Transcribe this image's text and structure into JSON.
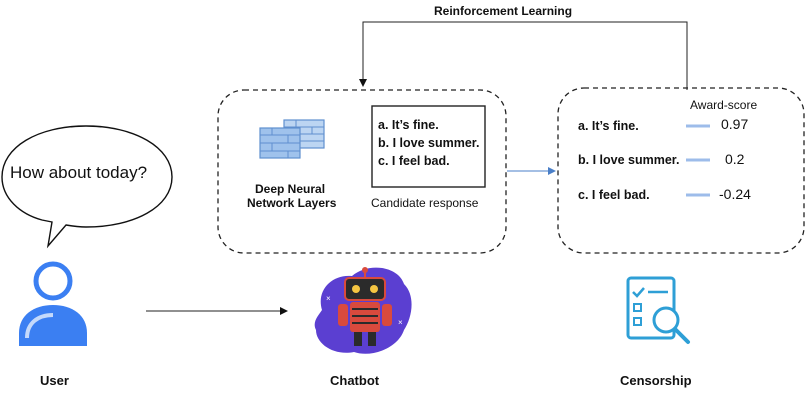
{
  "top_label": "Reinforcement Learning",
  "speech_bubble": {
    "text": "How about today?"
  },
  "user": {
    "label": "User"
  },
  "chatbot": {
    "label": "Chatbot"
  },
  "censorship": {
    "label": "Censorship"
  },
  "chatbot_panel": {
    "dnn_label_line1": "Deep Neural",
    "dnn_label_line2": "Network Layers",
    "responses": [
      "a. It’s fine.",
      "b. I love summer.",
      "c. I feel bad."
    ],
    "candidate_label": "Candidate response"
  },
  "censorship_panel": {
    "header": "Award-score",
    "items": [
      {
        "label": "a. It’s fine.",
        "score": "0.97"
      },
      {
        "label": "b. I love summer.",
        "score": "0.2"
      },
      {
        "label": "c. I feel bad.",
        "score": "-0.24"
      }
    ]
  },
  "colors": {
    "user_blue": "#3b7ff2",
    "firewall_blue": "#8fb8e8",
    "score_bar": "#9dbcea",
    "arrow_blue": "#4a7fc8",
    "robot_purple": "#5b3fd1",
    "robot_red": "#d94a3d",
    "censor_teal": "#2e9fd6"
  }
}
